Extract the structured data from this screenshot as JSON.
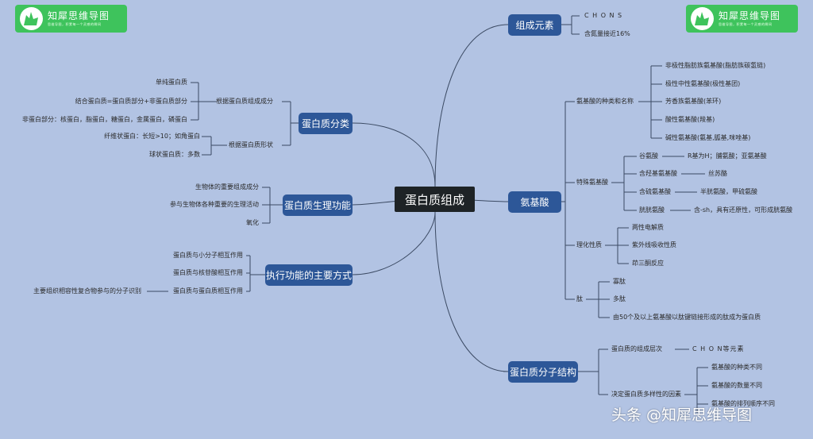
{
  "brand": {
    "logo_name": "知犀思维导图",
    "logo_slogan": "思维导图，积累每一个灵感的瞬间",
    "watermark": "头条 @知犀思维导图"
  },
  "mindmap": {
    "root": "蛋白质组成",
    "elements": {
      "title": "组成元素",
      "items": [
        "C H O N S",
        "含氮量接近16%"
      ]
    },
    "classification": {
      "title": "蛋白质分类",
      "by_composition": {
        "label": "根据蛋白质组成成分",
        "items": [
          "单纯蛋白质",
          "结合蛋白质=蛋白质部分+非蛋白质部分",
          "非蛋白部分：核蛋白，脂蛋白，糖蛋白，金属蛋白，磷蛋白"
        ]
      },
      "by_shape": {
        "label": "根据蛋白质形状",
        "items": [
          "纤维状蛋白：长短>10；如角蛋白",
          "球状蛋白质：多数"
        ]
      }
    },
    "physiology": {
      "title": "蛋白质生理功能",
      "items": [
        "生物体的重要组成成分",
        "参与生物体各种重要的生理活动",
        "氧化"
      ]
    },
    "mode": {
      "title": "执行功能的主要方式",
      "items": [
        "蛋白质与小分子相互作用",
        "蛋白质与核苷酸相互作用",
        "蛋白质与蛋白质相互作用"
      ],
      "sub": "主要组织相容性复合物参与的分子识别"
    },
    "amino": {
      "title": "氨基酸",
      "types": {
        "label": "氨基酸的种类和名称",
        "items": [
          "非极性脂肪族氨基酸(脂肪族碳氢链)",
          "极性中性氨基酸(极性基团)",
          "芳香族氨基酸(苯环)",
          "酸性氨基酸(羧基)",
          "碱性氨基酸(氨基,胍基,咪唑基)"
        ]
      },
      "special": {
        "label": "特殊氨基酸",
        "items": [
          {
            "name": "谷氨酸",
            "desc": "R基为H；脯氨酸；亚氨基酸"
          },
          {
            "name": "含羟基氨基酸",
            "desc": "丝苏酪"
          },
          {
            "name": "含硫氨基酸",
            "desc": "半胱氨酸，甲硫氨酸"
          },
          {
            "name": "胱胱氨酸",
            "desc": "含-sh，具有还原性，可形成胱氨酸"
          }
        ]
      },
      "props": {
        "label": "理化性质",
        "items": [
          "两性电解质",
          "紫外线吸收性质",
          "茚三酮反应"
        ]
      },
      "peptide": {
        "label": "肽",
        "items": [
          "寡肽",
          "多肽",
          "由50个及以上氨基酸以肽键链接形成的肽成为蛋白质"
        ]
      }
    },
    "structure": {
      "title": "蛋白质分子结构",
      "level": {
        "label": "蛋白质的组成层次",
        "value": "C H O N等元素"
      },
      "diversity": {
        "label": "决定蛋白质多样性的因素",
        "items": [
          "氨基酸的种类不同",
          "氨基酸的数量不同",
          "氨基酸的排列顺序不同"
        ]
      }
    }
  }
}
